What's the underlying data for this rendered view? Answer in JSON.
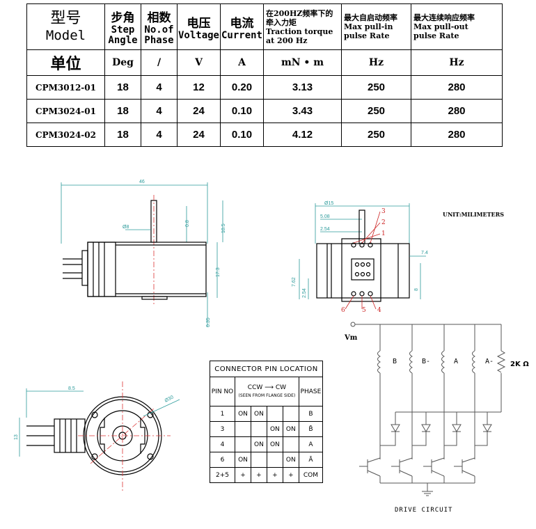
{
  "spec_table": {
    "header": {
      "model": {
        "cn": "型号",
        "en": "Model"
      },
      "step": {
        "cn": "步角",
        "en1": "Step",
        "en2": "Angle"
      },
      "phase": {
        "cn": "相数",
        "en1": "No.of",
        "en2": "Phase"
      },
      "voltage": {
        "cn": "电压",
        "en": "Voltage"
      },
      "current": {
        "cn": "电流",
        "en": "Current"
      },
      "torque": {
        "cn1": "在200HZ频率下的",
        "cn2": "牵入力矩",
        "en1": "Traction torque",
        "en2": "at 200 Hz"
      },
      "pullin": {
        "cn": "最大自启动频率",
        "en1": "Max pull-in",
        "en2": "pulse Rate"
      },
      "pullout": {
        "cn": "最大连续响应频率",
        "en1": "Max pull-out",
        "en2": "pulse Rate"
      }
    },
    "units": {
      "label": "单位",
      "step": "Deg",
      "phase": "/",
      "voltage": "V",
      "current": "A",
      "torque": "mN • m",
      "pullin": "Hz",
      "pullout": "Hz"
    },
    "rows": [
      {
        "model": "CPM3012-01",
        "step": "18",
        "phase": "4",
        "voltage": "12",
        "current": "0.20",
        "torque": "3.13",
        "pullin": "250",
        "pullout": "280"
      },
      {
        "model": "CPM3024-01",
        "step": "18",
        "phase": "4",
        "voltage": "24",
        "current": "0.10",
        "torque": "3.43",
        "pullin": "250",
        "pullout": "280"
      },
      {
        "model": "CPM3024-02",
        "step": "18",
        "phase": "4",
        "voltage": "24",
        "current": "0.10",
        "torque": "4.12",
        "pullin": "250",
        "pullout": "280"
      }
    ]
  },
  "drawing": {
    "unit_note": "UNIT:MILIMETERS",
    "side_view": {
      "length": "46",
      "shaft_dia": "Ø8",
      "dim_a": "0.8",
      "dim_b": "10.5",
      "dim_c": "17.3",
      "dim_d": "0.35"
    },
    "rear_view": {
      "dia": "Ø15",
      "dim1": "5.08",
      "dim2": "2.54",
      "dim3": "7.4",
      "dim4": "7.62",
      "dim5": "2.54",
      "dim6": "8",
      "pins_top": [
        "3",
        "2",
        "1"
      ],
      "pins_bottom": [
        "6",
        "5",
        "4"
      ]
    },
    "front_view": {
      "dim_width": "8.5",
      "dim_height": "13",
      "dia": "Ø30"
    }
  },
  "pin_table": {
    "title": "CONNECTOR PIN LOCATION",
    "col_pin": "PIN NO",
    "ccw": "CCW",
    "cw": "CW",
    "seen": "(SEEN FROM FLANGE SIDE)",
    "col_phase": "PHASE",
    "rows": [
      {
        "pin": "1",
        "c1": "ON",
        "c2": "ON",
        "c3": "",
        "c4": "",
        "phase": "B"
      },
      {
        "pin": "3",
        "c1": "",
        "c2": "",
        "c3": "ON",
        "c4": "ON",
        "phase": "B̄"
      },
      {
        "pin": "4",
        "c1": "",
        "c2": "ON",
        "c3": "ON",
        "c4": "",
        "phase": "A"
      },
      {
        "pin": "6",
        "c1": "ON",
        "c2": "",
        "c3": "",
        "c4": "ON",
        "phase": "Ā"
      },
      {
        "pin": "2+5",
        "c1": "+",
        "c2": "+",
        "c3": "+",
        "c4": "+",
        "phase": "COM"
      }
    ]
  },
  "circuit": {
    "vm": "Vm",
    "coils": [
      "B",
      "B-",
      "A",
      "A-"
    ],
    "resistor": "2K Ω",
    "title": "DRIVE CIRCUIT"
  }
}
